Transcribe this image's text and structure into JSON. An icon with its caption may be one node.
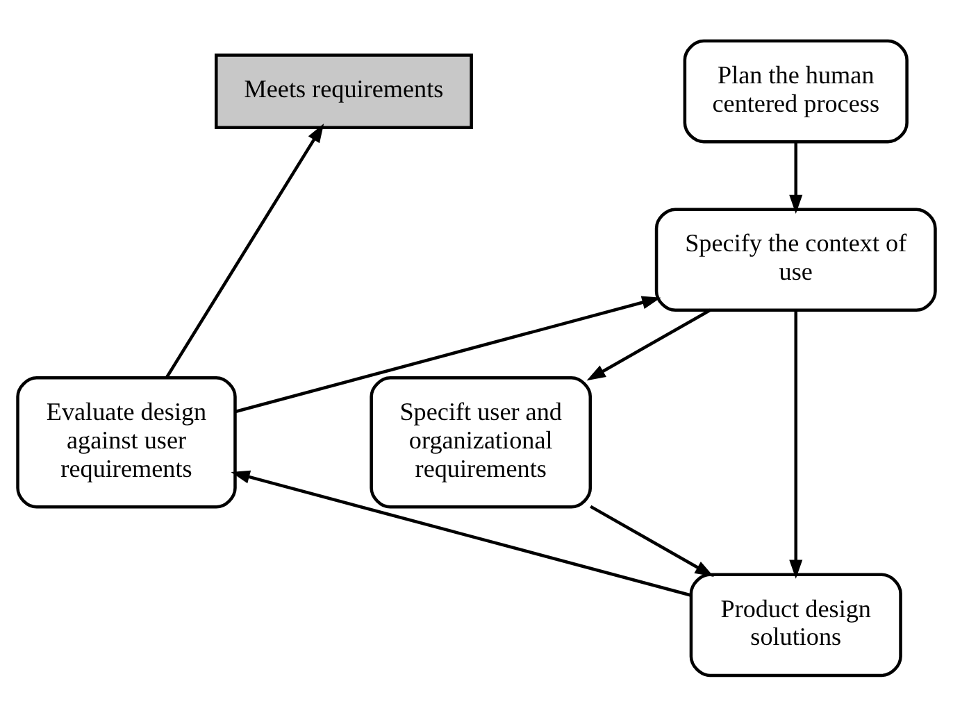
{
  "diagram": {
    "nodes": [
      {
        "text": [
          "Plan the human centered process"
        ]
      },
      {
        "text": [
          "Meets requirements"
        ]
      },
      {
        "text": [
          "Specify the context of use"
        ]
      },
      {
        "text": [
          "Evaluate design against user requirements"
        ]
      },
      {
        "text": [
          "Specift user and organizational requirements"
        ]
      },
      {
        "text": [
          "Product design solutions"
        ]
      }
    ],
    "edges": [
      {
        "from": 0,
        "to": 2,
        "arrow": "to"
      },
      {
        "from": 2,
        "to": 4,
        "arrow": "to"
      },
      {
        "from": 4,
        "to": 5,
        "arrow": "to"
      },
      {
        "from": 5,
        "to": 3,
        "arrow": "to"
      },
      {
        "from": 3,
        "to": 2,
        "arrow": "to"
      },
      {
        "from": 3,
        "to": 1,
        "arrow": "to"
      },
      {
        "from": 2,
        "to": 5,
        "arrow": "to"
      }
    ]
  }
}
